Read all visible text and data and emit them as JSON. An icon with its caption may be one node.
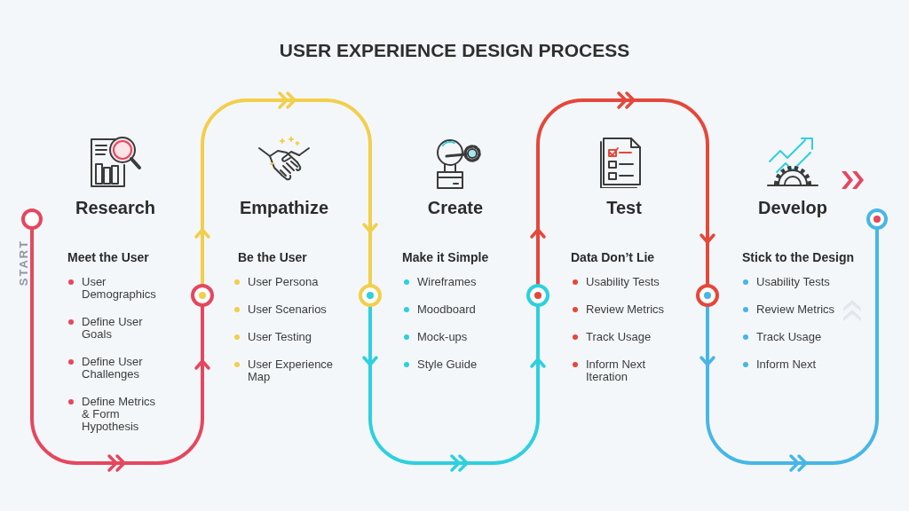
{
  "diagram": {
    "title": "USER EXPERIENCE DESIGN PROCESS",
    "nodes": [
      {
        "text": [],
        "shape": "circle"
      },
      {
        "text": [],
        "shape": "circle"
      },
      {
        "text": [],
        "shape": "circle"
      },
      {
        "text": [],
        "shape": "circle"
      },
      {
        "text": [],
        "shape": "circle"
      },
      {
        "text": [],
        "shape": "circle"
      }
    ],
    "edges": [
      {
        "from": 0,
        "to": 1,
        "arrow": "to",
        "color": "#e5475e"
      },
      {
        "from": 1,
        "to": 2,
        "arrow": "to",
        "color": "#f2cf4b"
      },
      {
        "from": 2,
        "to": 3,
        "arrow": "to",
        "color": "#2dd0df"
      },
      {
        "from": 3,
        "to": 4,
        "arrow": "to",
        "color": "#e5473a"
      },
      {
        "from": 4,
        "to": 5,
        "arrow": "to",
        "color": "#47b6e7"
      }
    ],
    "labels": [
      "START",
      "Research",
      "Meet the User",
      "User Demographics",
      "Define User Goals",
      "Define User Challenges",
      "Define Metrics & Form Hypothesis",
      "Empathize",
      "Be the User",
      "User Persona",
      "User Scenarios",
      "User Testing",
      "User Experience Map",
      "Create",
      "Make it Simple",
      "Wireframes",
      "Moodboard",
      "Mock-ups",
      "Style Guide",
      "Test",
      "Data Don’t Lie",
      "Usability Tests",
      "Review Metrics",
      "Track Usage",
      "Inform Next Iteration",
      "Develop",
      "Stick to the Design",
      "Usability Tests",
      "Review Metrics",
      "Track Usage",
      "Inform Next"
    ]
  }
}
